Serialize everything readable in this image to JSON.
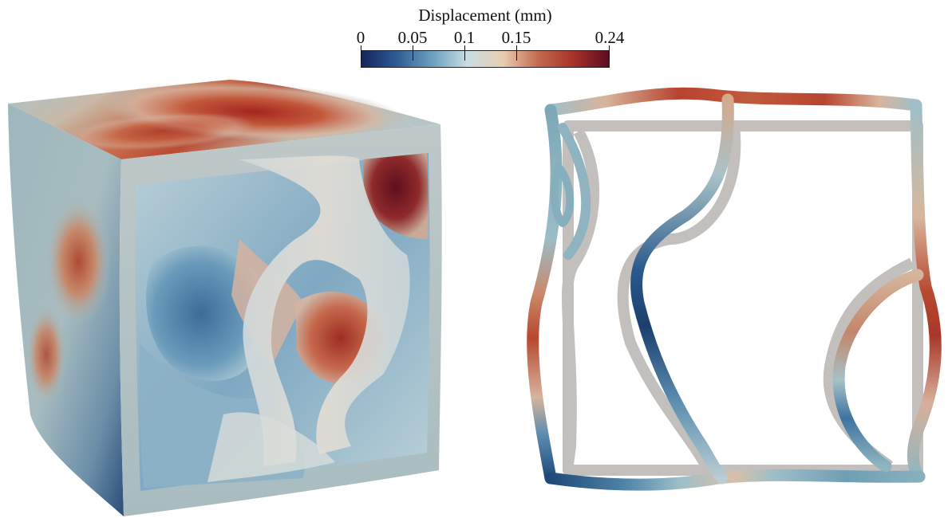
{
  "colorbar": {
    "title": "Displacement (mm)",
    "ticks": [
      "0",
      "0.05",
      "0.1",
      "0.15",
      "0.24"
    ],
    "tick_values": [
      0,
      0.05,
      0.1,
      0.15,
      0.24
    ],
    "range": [
      0,
      0.24
    ],
    "colors": [
      "#16235e",
      "#2f5c93",
      "#6c9fbf",
      "#c9dde4",
      "#e8cdb1",
      "#c46a4f",
      "#a8322a",
      "#5c0c22"
    ]
  },
  "panels": {
    "left": "deformed-gyroid-cube",
    "right": "deformed-cross-section-with-undeformed-overlay"
  },
  "undeformed_color": "#c2bfbc"
}
